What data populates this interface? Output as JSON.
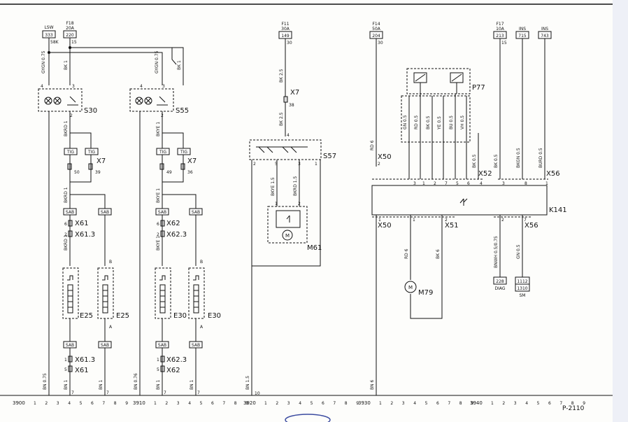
{
  "fuses": [
    {
      "id": "lsw",
      "name": "LSW",
      "rating": "",
      "box": "333",
      "term": "58K"
    },
    {
      "id": "f18",
      "name": "F18",
      "rating": "20A",
      "box": "220",
      "term": "15"
    },
    {
      "id": "f11",
      "name": "F11",
      "rating": "30A",
      "box": "149",
      "term": "30"
    },
    {
      "id": "f14",
      "name": "F14",
      "rating": "50A",
      "box": "204",
      "term": "30"
    },
    {
      "id": "f17",
      "name": "F17",
      "rating": "10A",
      "box": "213",
      "term": "15"
    },
    {
      "id": "ins1",
      "name": "INS",
      "rating": "",
      "box": "715",
      "term": ""
    },
    {
      "id": "ins2",
      "name": "INS",
      "rating": "",
      "box": "743",
      "term": ""
    }
  ],
  "wires": {
    "gygn075": "GYGN 0.75",
    "bk1": "BK 1",
    "bkrd1": "BKRD 1",
    "bkye1": "BKYE 1",
    "bk25": "BK 2.5",
    "bkye15": "BKYE 1.5",
    "bkrd15": "BKRD 1.5",
    "rd6": "RD 6",
    "bk6": "BK 6",
    "gn05": "GN 0.5",
    "rd05": "RD 0.5",
    "bk05": "BK 0.5",
    "ye05": "YE 0.5",
    "bu05": "BU 0.5",
    "vh05": "VH 0.5",
    "bkgn05": "BKGN 0.5",
    "burd05": "BURD 0.5",
    "bnwh": "BNWH 0.5/0.75",
    "bn075": "BN 0.75",
    "bn1": "BN 1",
    "bn15": "BN 1.5",
    "bn6": "BN 6",
    "bn076": "BN 0.76"
  },
  "components": {
    "s30": "S30",
    "s55": "S55",
    "s57": "S57",
    "p77": "P77",
    "k141": "K141",
    "m61": "M61",
    "m79": "M79",
    "e25": "E25",
    "e30": "E30",
    "m_symbol": "M"
  },
  "connectors": {
    "x7": "X7",
    "x61": "X61",
    "x613": "X61.3",
    "x62": "X62",
    "x623": "X62.3",
    "x50": "X50",
    "x51": "X51",
    "x52": "X52",
    "x56": "X56",
    "tig": "TIG",
    "sab": "SAB"
  },
  "pins": {
    "p1": "1",
    "p2": "2",
    "p3": "3",
    "p4": "4",
    "p5": "5",
    "p6": "6",
    "p7": "7",
    "p8": "8",
    "p10": "10",
    "p36": "36",
    "p38": "38",
    "p39": "39",
    "p49": "49",
    "p50": "50",
    "a": "A",
    "b": "B"
  },
  "terminals": {
    "diag_box1": "228",
    "diag_label": "DIAG",
    "sm_box1": "1112",
    "sm_box2": "1310",
    "sm_label": "SM"
  },
  "ruler": {
    "sections": [
      "3900",
      "3910",
      "3920",
      "3930",
      "3940"
    ],
    "digits": [
      "1",
      "2",
      "3",
      "4",
      "5",
      "6",
      "7",
      "8",
      "9"
    ],
    "page_ref": "P-2110"
  }
}
